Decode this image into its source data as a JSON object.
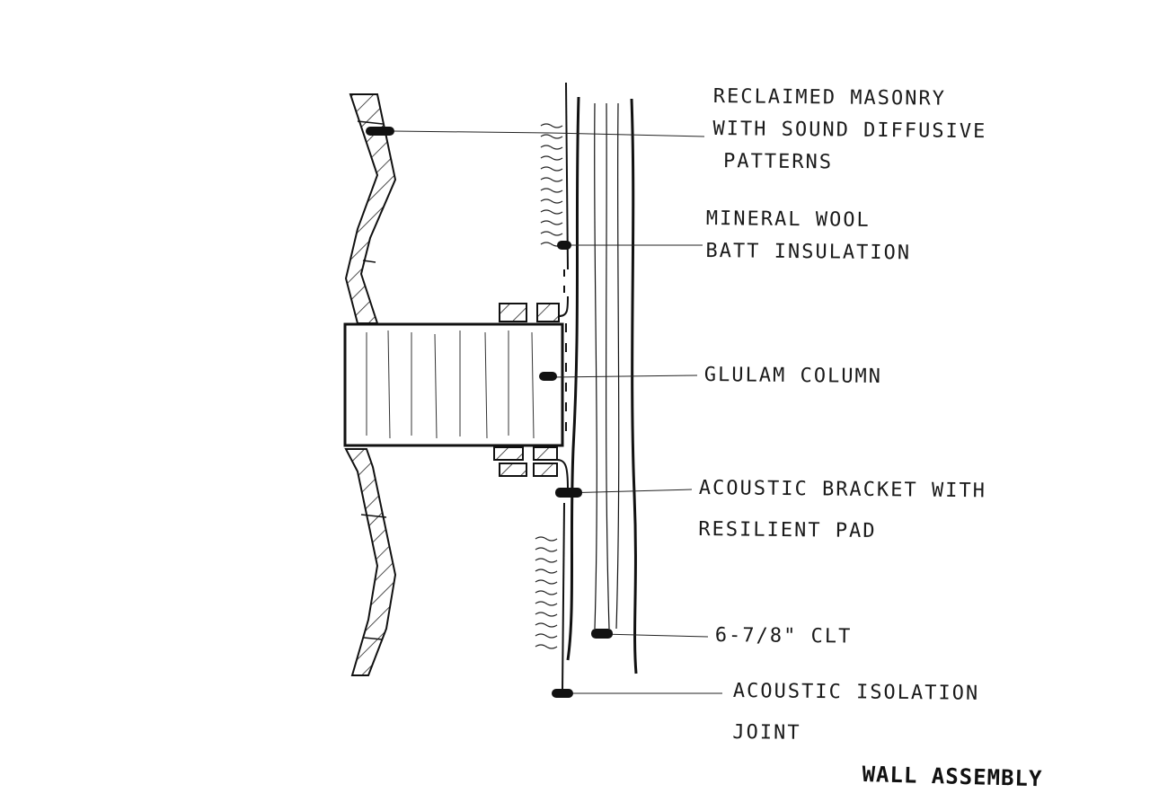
{
  "title": "WALL ASSEMBLY",
  "labels": {
    "masonry": [
      "RECLAIMED MASONRY",
      "WITH SOUND DIFFUSIVE",
      "PATTERNS"
    ],
    "insulation": [
      "MINERAL WOOL",
      "BATT INSULATION"
    ],
    "glulam": [
      "GLULAM COLUMN"
    ],
    "bracket": [
      "ACOUSTIC BRACKET WITH",
      "RESILIENT PAD"
    ],
    "clt": [
      "6-7/8\" CLT"
    ],
    "joint": [
      "ACOUSTIC ISOLATION",
      "JOINT"
    ]
  },
  "colors": {
    "ink": "#111111",
    "paper": "#ffffff"
  }
}
